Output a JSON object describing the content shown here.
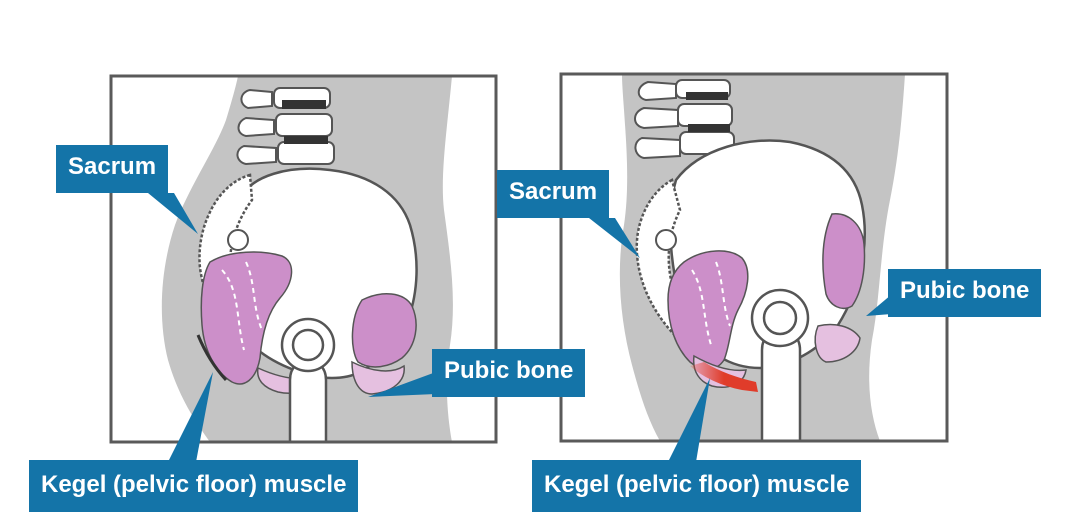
{
  "panels": [
    {
      "labels": {
        "sacrum": "Sacrum",
        "pubic_bone": "Pubic bone",
        "kegel": "Kegel (pelvic floor) muscle"
      }
    },
    {
      "labels": {
        "sacrum": "Sacrum",
        "pubic_bone": "Pubic bone",
        "kegel": "Kegel (pelvic floor) muscle"
      }
    }
  ],
  "colors": {
    "label_background": "#1474a8",
    "label_text": "#ffffff",
    "body_silhouette": "#c4c4c4",
    "bone_fill": "#ffffff",
    "outline": "#555555",
    "muscle_dark": "#cc8fc9",
    "muscle_light": "#e5c0e0",
    "tight_muscle": "#e03c2a",
    "frame": "#5a5a5a"
  },
  "icons": {
    "callout_pointer": "triangle-pointer"
  }
}
